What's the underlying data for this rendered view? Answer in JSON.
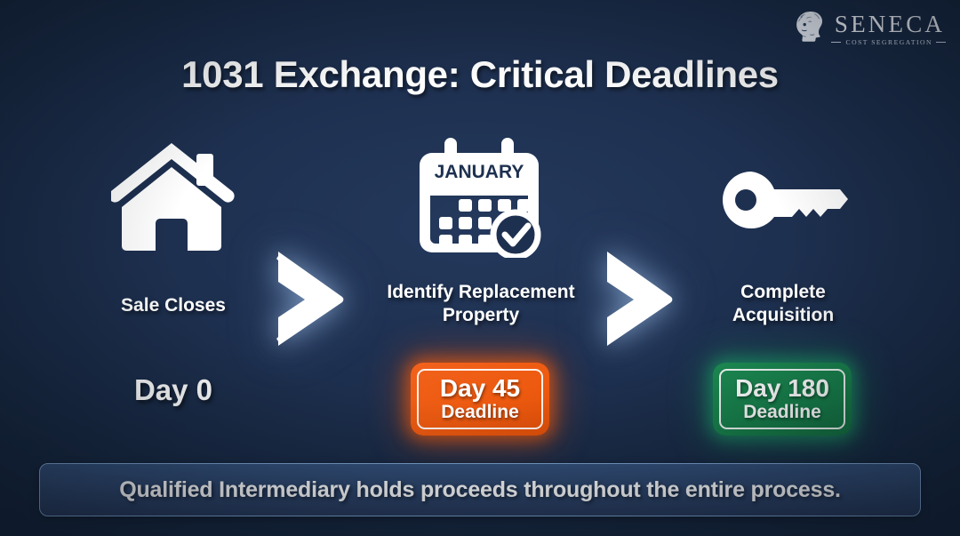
{
  "brand": {
    "name": "SENECA",
    "tagline": "COST SEGREGATION",
    "emblem_icon": "classical-bust-icon"
  },
  "header": {
    "title": "1031 Exchange: Critical Deadlines"
  },
  "colors": {
    "background_navy": "#1e3050",
    "orange_badge": "#ed5a10",
    "green_badge": "#17814a",
    "banner_fill": "#2c4469",
    "banner_border": "#7ea4cf",
    "text_white": "#ffffff"
  },
  "timeline": {
    "steps": [
      {
        "icon": "house-icon",
        "label": "Sale Closes",
        "day_text": "Day 0",
        "has_badge": false
      },
      {
        "icon": "calendar-check-icon",
        "calendar_month": "JANUARY",
        "label_line1": "Identify Replacement",
        "label_line2": "Property",
        "badge": {
          "number": "Day 45",
          "sub": "Deadline",
          "color": "#ed5a10"
        }
      },
      {
        "icon": "key-icon",
        "label_line1": "Complete",
        "label_line2": "Acquisition",
        "badge": {
          "number": "Day 180",
          "sub": "Deadline",
          "color": "#17814a"
        }
      }
    ],
    "separators": [
      {
        "icon": "chevron-right-icon"
      },
      {
        "icon": "chevron-right-icon"
      }
    ]
  },
  "footer": {
    "note": "Qualified Intermediary holds proceeds throughout the entire process."
  }
}
